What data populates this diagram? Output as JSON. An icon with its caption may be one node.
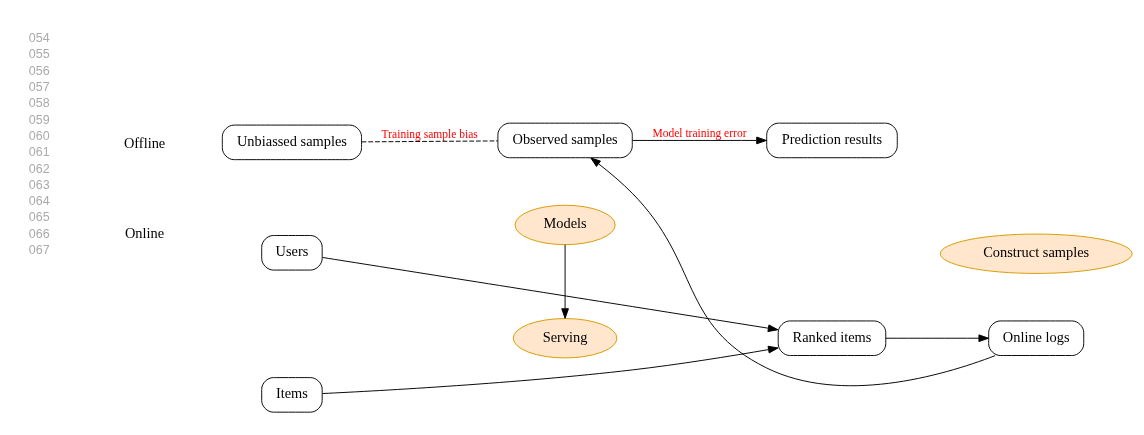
{
  "diagram": {
    "nodes": [
      {
        "text": [
          "Unbiassed samples"
        ]
      },
      {
        "text": [
          "Observed samples"
        ]
      },
      {
        "text": [
          "Prediction results"
        ]
      },
      {
        "text": [
          "Models"
        ]
      },
      {
        "text": [
          "Construct samples"
        ]
      },
      {
        "text": [
          "Serving"
        ]
      },
      {
        "text": [
          "Users"
        ]
      },
      {
        "text": [
          "Items"
        ]
      },
      {
        "text": [
          "Ranked items"
        ]
      },
      {
        "text": [
          "Online logs"
        ]
      }
    ],
    "edges": [
      {
        "from": 0,
        "to": 1,
        "arrow": "none",
        "style": "dashed",
        "label": "Training sample bias"
      },
      {
        "from": 1,
        "to": 2,
        "arrow": "to",
        "label": "Model training error"
      },
      {
        "from": 3,
        "to": 5,
        "arrow": "to"
      },
      {
        "from": 6,
        "to": 8,
        "arrow": "to"
      },
      {
        "from": 7,
        "to": 8,
        "arrow": "to"
      },
      {
        "from": 8,
        "to": 9,
        "arrow": "to"
      },
      {
        "from": 9,
        "to": 1,
        "arrow": "to"
      }
    ],
    "labels": [
      "054",
      "055",
      "056",
      "057",
      "058",
      "059",
      "060",
      "061",
      "062",
      "063",
      "064",
      "065",
      "066",
      "067",
      "Offline",
      "Online"
    ]
  }
}
